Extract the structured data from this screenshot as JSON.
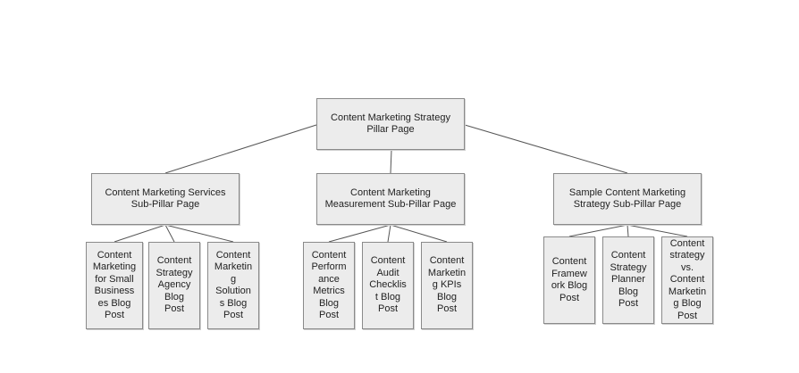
{
  "diagram": {
    "type": "hierarchy-tree",
    "colors": {
      "node_fill": "#ececec",
      "node_border": "#8a8a8a",
      "line": "#555555",
      "text": "#222222"
    },
    "root": {
      "id": "root",
      "label": "Content Marketing Strategy\nPillar Page",
      "children": [
        {
          "id": "services",
          "label": "Content Marketing Services\nSub-Pillar Page",
          "children": [
            {
              "id": "s1",
              "label": "Content\nMarketing\nfor Small\nBusiness\nes Blog\nPost"
            },
            {
              "id": "s2",
              "label": "Content\nStrategy\nAgency\nBlog\nPost"
            },
            {
              "id": "s3",
              "label": "Content\nMarketin\ng\nSolution\ns Blog\nPost"
            }
          ]
        },
        {
          "id": "measurement",
          "label": "Content Marketing\nMeasurement Sub-Pillar Page",
          "children": [
            {
              "id": "m1",
              "label": "Content\nPerform\nance\nMetrics\nBlog\nPost"
            },
            {
              "id": "m2",
              "label": "Content\nAudit\nChecklis\nt Blog\nPost"
            },
            {
              "id": "m3",
              "label": "Content\nMarketin\ng KPIs\nBlog\nPost"
            }
          ]
        },
        {
          "id": "sample",
          "label": "Sample Content Marketing\nStrategy Sub-Pillar Page",
          "children": [
            {
              "id": "p1",
              "label": "Content\nFramew\nork Blog\nPost"
            },
            {
              "id": "p2",
              "label": "Content\nStrategy\nPlanner\nBlog\nPost"
            },
            {
              "id": "p3",
              "label": "Content\nstrategy\nvs.\nContent\nMarketin\ng Blog\nPost"
            }
          ]
        }
      ]
    }
  }
}
